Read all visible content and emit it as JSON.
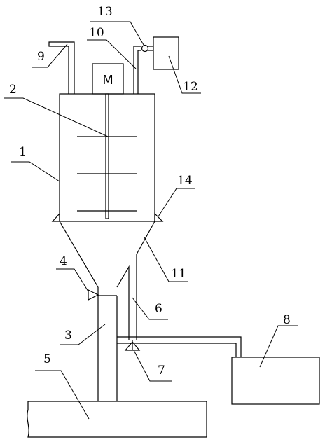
{
  "motor": {
    "symbol": "M"
  },
  "callouts": [
    {
      "id": "1",
      "text": "1"
    },
    {
      "id": "2",
      "text": "2"
    },
    {
      "id": "3",
      "text": "3"
    },
    {
      "id": "4",
      "text": "4"
    },
    {
      "id": "5",
      "text": "5"
    },
    {
      "id": "6",
      "text": "6"
    },
    {
      "id": "7",
      "text": "7"
    },
    {
      "id": "8",
      "text": "8"
    },
    {
      "id": "9",
      "text": "9"
    },
    {
      "id": "10",
      "text": "10"
    },
    {
      "id": "11",
      "text": "11"
    },
    {
      "id": "12",
      "text": "12"
    },
    {
      "id": "13",
      "text": "13"
    },
    {
      "id": "14",
      "text": "14"
    }
  ]
}
